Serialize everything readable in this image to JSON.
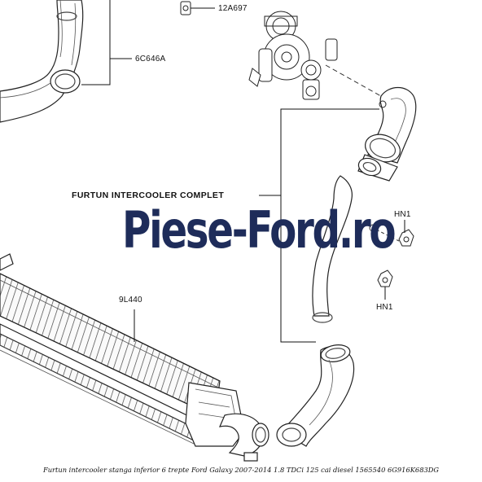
{
  "labels": {
    "top_clip": "12A697",
    "upper_hose": "6C646A",
    "hose_assembly": "FURTUN INTERCOOLER COMPLET",
    "clip_upper": "HN1",
    "clip_lower": "HN1",
    "intercooler": "9L440"
  },
  "brand": {
    "text_main": "Piese-Ford",
    "text_tld": ".ro"
  },
  "caption": "Furtun intercooler stanga inferior 6 trepte Ford Galaxy 2007-2014 1.8 TDCi 125 cai diesel 1565540 6G916K683DG",
  "colors": {
    "brand": "#1e2c5a",
    "line": "#111111"
  }
}
